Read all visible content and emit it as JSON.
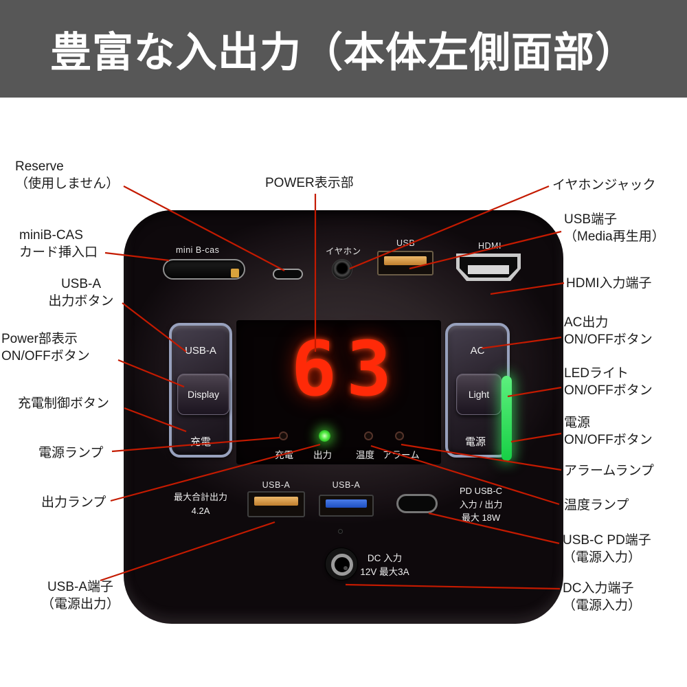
{
  "header": {
    "title": "豊富な入出力（本体左側面部）"
  },
  "device": {
    "labels": {
      "mini_bcas": "mini B-cas",
      "earphone": "イヤホン",
      "usb": "USB",
      "hdmi": "HDMI",
      "usba_top": "USB-A",
      "display_button": "Display",
      "charge_button": "充電",
      "ac": "AC",
      "light_button": "Light",
      "power_button": "電源",
      "max_total_output": "最大合計出力\n4.2A",
      "usba_port1": "USB-A",
      "usba_port2": "USB-A",
      "usbc_pd": "PD  USB-C\n入力 / 出力\n最大 18W",
      "dc_input": "DC 入力\n12V 最大3A"
    },
    "display": {
      "value": "63"
    },
    "indicators": [
      {
        "label": "充電",
        "state": "off"
      },
      {
        "label": "出力",
        "state": "on"
      },
      {
        "label": "温度",
        "state": "off"
      },
      {
        "label": "アラーム",
        "state": "off"
      }
    ]
  },
  "annotations": {
    "top": [
      {
        "text": "POWER表示部"
      }
    ],
    "left": [
      {
        "text": "Reserve\n（使用しません）"
      },
      {
        "text": "miniB-CAS\nカード挿入口"
      },
      {
        "text": "USB-A\n出力ボタン"
      },
      {
        "text": "Power部表示\nON/OFFボタン"
      },
      {
        "text": "充電制御ボタン"
      },
      {
        "text": "電源ランプ"
      },
      {
        "text": "出力ランプ"
      },
      {
        "text": "USB-A端子\n（電源出力）"
      }
    ],
    "right": [
      {
        "text": "イヤホンジャック"
      },
      {
        "text": "USB端子\n（Media再生用）"
      },
      {
        "text": "HDMI入力端子"
      },
      {
        "text": "AC出力\nON/OFFボタン"
      },
      {
        "text": "LEDライト\nON/OFFボタン"
      },
      {
        "text": "電源\nON/OFFボタン"
      },
      {
        "text": "アラームランプ"
      },
      {
        "text": "温度ランプ"
      },
      {
        "text": "USB-C PD端子\n（電源入力）"
      },
      {
        "text": "DC入力端子\n（電源入力）"
      }
    ]
  },
  "colors": {
    "header_bg": "#575757",
    "callout_line": "#c41a00",
    "digit_red": "#ff2a08",
    "indicator_green": "#44e83c",
    "power_strip_green": "#2ee05a",
    "usb_orange": "#dfa257",
    "usb_blue": "#2a62d8"
  }
}
